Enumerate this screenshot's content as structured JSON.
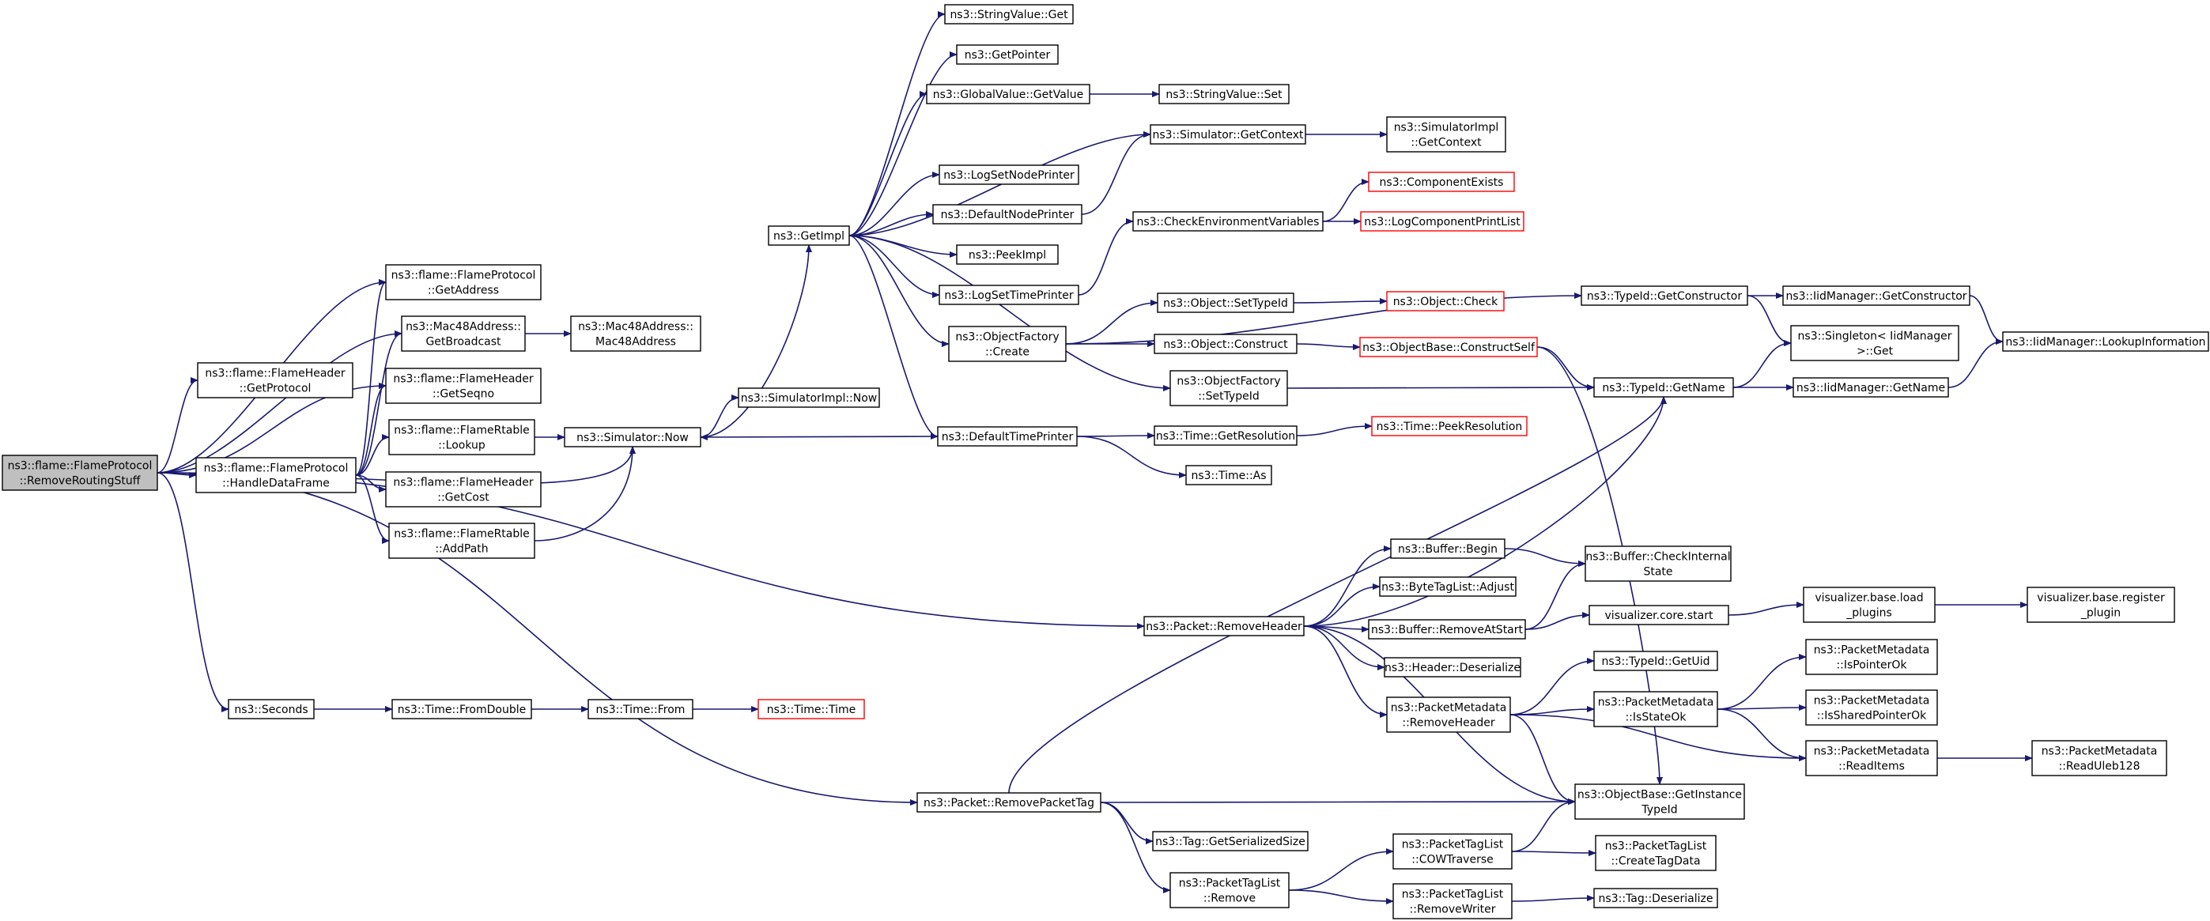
{
  "colors": {
    "edge": "#191970",
    "node_border": "#000000",
    "truncated_border": "#ff0000",
    "root_fill": "#bfbfbf",
    "background": "#ffffff"
  },
  "nodes": {
    "root": {
      "lines": [
        "ns3::flame::FlameProtocol",
        "::RemoveRoutingStuff"
      ],
      "style": "root"
    },
    "fp_getaddress": {
      "lines": [
        "ns3::flame::FlameProtocol",
        "::GetAddress"
      ]
    },
    "mac_getbroadcast": {
      "lines": [
        "ns3::Mac48Address::",
        "GetBroadcast"
      ]
    },
    "mac_ctor": {
      "lines": [
        "ns3::Mac48Address::",
        "Mac48Address"
      ]
    },
    "fh_getprotocol": {
      "lines": [
        "ns3::flame::FlameHeader",
        "::GetProtocol"
      ]
    },
    "fh_getseqno": {
      "lines": [
        "ns3::flame::FlameHeader",
        "::GetSeqno"
      ]
    },
    "fp_handledataframe": {
      "lines": [
        "ns3::flame::FlameProtocol",
        "::HandleDataFrame"
      ]
    },
    "fr_lookup": {
      "lines": [
        "ns3::flame::FlameRtable",
        "::Lookup"
      ]
    },
    "fh_getcost": {
      "lines": [
        "ns3::flame::FlameHeader",
        "::GetCost"
      ]
    },
    "fr_addpath": {
      "lines": [
        "ns3::flame::FlameRtable",
        "::AddPath"
      ]
    },
    "sim_now": {
      "lines": [
        "ns3::Simulator::Now"
      ]
    },
    "simimpl_now": {
      "lines": [
        "ns3::SimulatorImpl::Now"
      ]
    },
    "getimpl": {
      "lines": [
        "ns3::GetImpl"
      ]
    },
    "stringvalue_get": {
      "lines": [
        "ns3::StringValue::Get"
      ]
    },
    "getpointer": {
      "lines": [
        "ns3::GetPointer"
      ]
    },
    "globalvalue_getvalue": {
      "lines": [
        "ns3::GlobalValue::GetValue"
      ]
    },
    "stringvalue_set": {
      "lines": [
        "ns3::StringValue::Set"
      ]
    },
    "sim_getcontext": {
      "lines": [
        "ns3::Simulator::GetContext"
      ]
    },
    "simimpl_getcontext": {
      "lines": [
        "ns3::SimulatorImpl",
        "::GetContext"
      ]
    },
    "logsetnodeprinter": {
      "lines": [
        "ns3::LogSetNodePrinter"
      ]
    },
    "defaultnodeprinter": {
      "lines": [
        "ns3::DefaultNodePrinter"
      ]
    },
    "peekimpl": {
      "lines": [
        "ns3::PeekImpl"
      ]
    },
    "logsettimeprinter": {
      "lines": [
        "ns3::LogSetTimePrinter"
      ]
    },
    "checkenvvars": {
      "lines": [
        "ns3::CheckEnvironmentVariables"
      ]
    },
    "componentexists": {
      "lines": [
        "ns3::ComponentExists"
      ],
      "style": "truncated"
    },
    "logcomponentprintlist": {
      "lines": [
        "ns3::LogComponentPrintList"
      ],
      "style": "truncated"
    },
    "objfactory_create": {
      "lines": [
        "ns3::ObjectFactory",
        "::Create"
      ]
    },
    "object_settypeid": {
      "lines": [
        "ns3::Object::SetTypeId"
      ]
    },
    "object_check": {
      "lines": [
        "ns3::Object::Check"
      ],
      "style": "truncated"
    },
    "object_construct": {
      "lines": [
        "ns3::Object::Construct"
      ]
    },
    "objbase_constructself": {
      "lines": [
        "ns3::ObjectBase::ConstructSelf"
      ],
      "style": "truncated"
    },
    "objfactory_settypeid": {
      "lines": [
        "ns3::ObjectFactory",
        "::SetTypeId"
      ]
    },
    "typeid_getconstructor": {
      "lines": [
        "ns3::TypeId::GetConstructor"
      ]
    },
    "iidmgr_getconstructor": {
      "lines": [
        "ns3::IidManager::GetConstructor"
      ]
    },
    "singleton_get": {
      "lines": [
        "ns3::Singleton< IidManager",
        " >::Get"
      ]
    },
    "iidmgr_lookupinfo": {
      "lines": [
        "ns3::IidManager::LookupInformation"
      ]
    },
    "typeid_getname": {
      "lines": [
        "ns3::TypeId::GetName"
      ]
    },
    "iidmgr_getname": {
      "lines": [
        "ns3::IidManager::GetName"
      ]
    },
    "defaulttimeprinter": {
      "lines": [
        "ns3::DefaultTimePrinter"
      ]
    },
    "time_getresolution": {
      "lines": [
        "ns3::Time::GetResolution"
      ]
    },
    "time_peekresolution": {
      "lines": [
        "ns3::Time::PeekResolution"
      ],
      "style": "truncated"
    },
    "time_as": {
      "lines": [
        "ns3::Time::As"
      ]
    },
    "buffer_begin": {
      "lines": [
        "ns3::Buffer::Begin"
      ]
    },
    "buffer_checkinternalstate": {
      "lines": [
        "ns3::Buffer::CheckInternal",
        "State"
      ]
    },
    "bytetaglist_adjust": {
      "lines": [
        "ns3::ByteTagList::Adjust"
      ]
    },
    "packet_removeheader": {
      "lines": [
        "ns3::Packet::RemoveHeader"
      ]
    },
    "buffer_removeatstart": {
      "lines": [
        "ns3::Buffer::RemoveAtStart"
      ]
    },
    "viz_core_start": {
      "lines": [
        "visualizer.core.start"
      ]
    },
    "viz_base_load_plugins": {
      "lines": [
        "visualizer.base.load",
        "_plugins"
      ]
    },
    "viz_base_register_plugin": {
      "lines": [
        "visualizer.base.register",
        "_plugin"
      ]
    },
    "header_deserialize": {
      "lines": [
        "ns3::Header::Deserialize"
      ]
    },
    "typeid_getuid": {
      "lines": [
        "ns3::TypeId::GetUid"
      ]
    },
    "pm_removeheader": {
      "lines": [
        "ns3::PacketMetadata",
        "::RemoveHeader"
      ]
    },
    "pm_isstateok": {
      "lines": [
        "ns3::PacketMetadata",
        "::IsStateOk"
      ]
    },
    "pm_ispointerok": {
      "lines": [
        "ns3::PacketMetadata",
        "::IsPointerOk"
      ]
    },
    "pm_issharedpointerok": {
      "lines": [
        "ns3::PacketMetadata",
        "::IsSharedPointerOk"
      ]
    },
    "pm_readitems": {
      "lines": [
        "ns3::PacketMetadata",
        "::ReadItems"
      ]
    },
    "pm_readuleb128": {
      "lines": [
        "ns3::PacketMetadata",
        "::ReadUleb128"
      ]
    },
    "seconds": {
      "lines": [
        "ns3::Seconds"
      ]
    },
    "time_fromdouble": {
      "lines": [
        "ns3::Time::FromDouble"
      ]
    },
    "time_from": {
      "lines": [
        "ns3::Time::From"
      ]
    },
    "time_time": {
      "lines": [
        "ns3::Time::Time"
      ],
      "style": "truncated"
    },
    "packet_removepackettag": {
      "lines": [
        "ns3::Packet::RemovePacketTag"
      ]
    },
    "objbase_getinstancetypeid": {
      "lines": [
        "ns3::ObjectBase::GetInstance",
        "TypeId"
      ]
    },
    "tag_getserializedsize": {
      "lines": [
        "ns3::Tag::GetSerializedSize"
      ]
    },
    "ptl_cowtraverse": {
      "lines": [
        "ns3::PacketTagList",
        "::COWTraverse"
      ]
    },
    "ptl_createtagdata": {
      "lines": [
        "ns3::PacketTagList",
        "::CreateTagData"
      ]
    },
    "ptl_remove": {
      "lines": [
        "ns3::PacketTagList",
        "::Remove"
      ]
    },
    "ptl_removewriter": {
      "lines": [
        "ns3::PacketTagList",
        "::RemoveWriter"
      ]
    },
    "tag_deserialize": {
      "lines": [
        "ns3::Tag::Deserialize"
      ]
    }
  }
}
